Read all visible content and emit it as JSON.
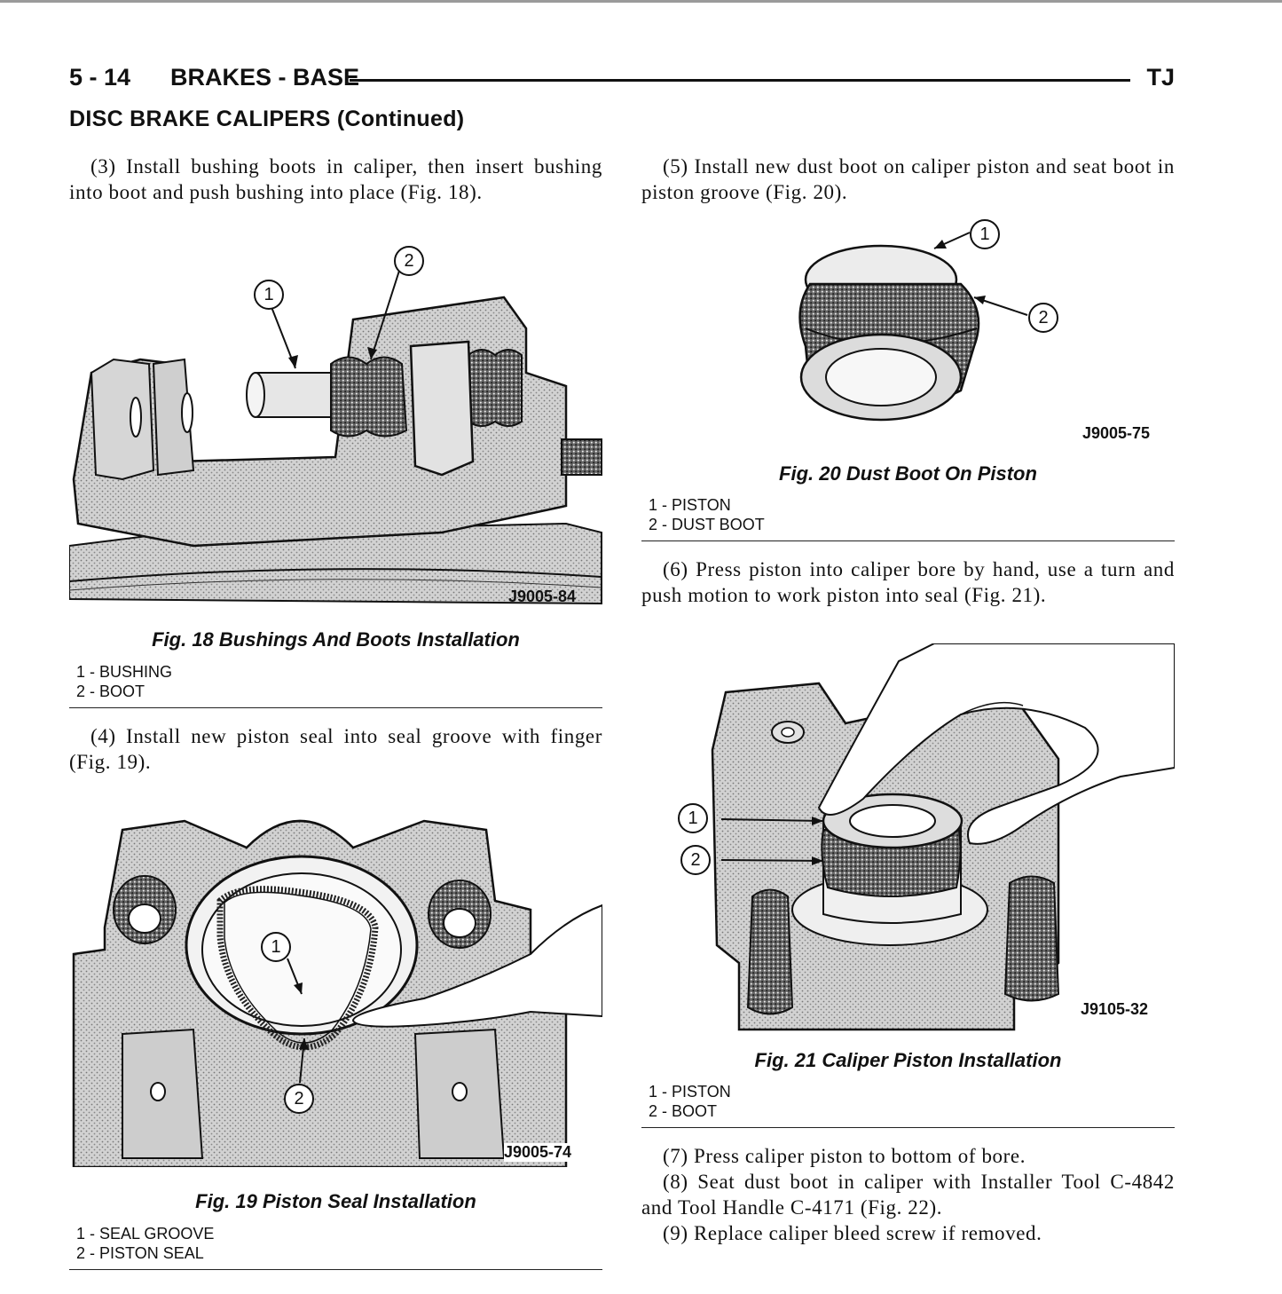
{
  "header": {
    "page_number": "5 - 14",
    "section": "BRAKES - BASE",
    "model": "TJ"
  },
  "section_title": "DISC BRAKE CALIPERS (Continued)",
  "left_column": {
    "step3": "(3) Install bushing boots in caliper, then insert bushing into boot and push bushing into place (Fig. 18).",
    "fig18": {
      "code": "J9005-84",
      "caption": "Fig. 18 Bushings And Boots Installation",
      "callouts": [
        "1",
        "2"
      ],
      "legend": [
        "1 - BUSHING",
        "2 - BOOT"
      ]
    },
    "step4": "(4) Install new piston seal into seal groove with finger (Fig. 19).",
    "fig19": {
      "code": "J9005-74",
      "caption": "Fig. 19 Piston Seal Installation",
      "callouts": [
        "1",
        "2"
      ],
      "legend": [
        "1 - SEAL GROOVE",
        "2 - PISTON SEAL"
      ]
    }
  },
  "right_column": {
    "step5": "(5) Install new dust boot on caliper piston and seat boot in piston groove (Fig. 20).",
    "fig20": {
      "code": "J9005-75",
      "caption": "Fig. 20 Dust Boot On Piston",
      "callouts": [
        "1",
        "2"
      ],
      "legend": [
        "1 - PISTON",
        "2 - DUST BOOT"
      ]
    },
    "step6": "(6) Press piston into caliper bore by hand, use a turn and push motion to work piston into seal (Fig. 21).",
    "fig21": {
      "code": "J9105-32",
      "caption": "Fig. 21 Caliper Piston Installation",
      "callouts": [
        "1",
        "2"
      ],
      "legend": [
        "1 - PISTON",
        "2 - BOOT"
      ]
    },
    "step7": "(7) Press caliper piston to bottom of bore.",
    "step8": "(8) Seat dust boot in caliper with Installer Tool C-4842 and Tool Handle C-4171 (Fig. 22).",
    "step9": "(9) Replace caliper bleed screw if removed."
  },
  "colors": {
    "ink": "#111111",
    "shade": "#c8c8c8",
    "texture": "#555555"
  }
}
